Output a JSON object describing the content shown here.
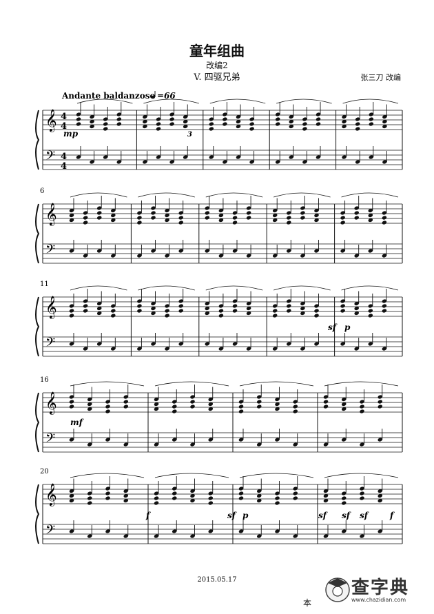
{
  "score": {
    "title": "童年组曲",
    "subtitle": "改编2",
    "movement": "V. 四驱兄弟",
    "arranger": "张三刀 改编",
    "tempo_text": "Andante baldanzoso",
    "tempo_value": "=66",
    "time_signature": [
      "4",
      "4"
    ],
    "systems": [
      {
        "start_measure": "",
        "measures": 5
      },
      {
        "start_measure": "6",
        "measures": 5
      },
      {
        "start_measure": "11",
        "measures": 5
      },
      {
        "start_measure": "16",
        "measures": 4
      },
      {
        "start_measure": "20",
        "measures": 4
      }
    ],
    "dynamics": {
      "mp": "mp",
      "sf": "sf",
      "p": "p",
      "mf": "mf",
      "f": "f",
      "tuplet": "3"
    },
    "date": "2015.05.17",
    "page_mark": "本"
  },
  "watermark": {
    "text": "查字典",
    "url": "www.chazidian.com"
  },
  "colors": {
    "ink": "#111111",
    "paper": "#ffffff"
  }
}
